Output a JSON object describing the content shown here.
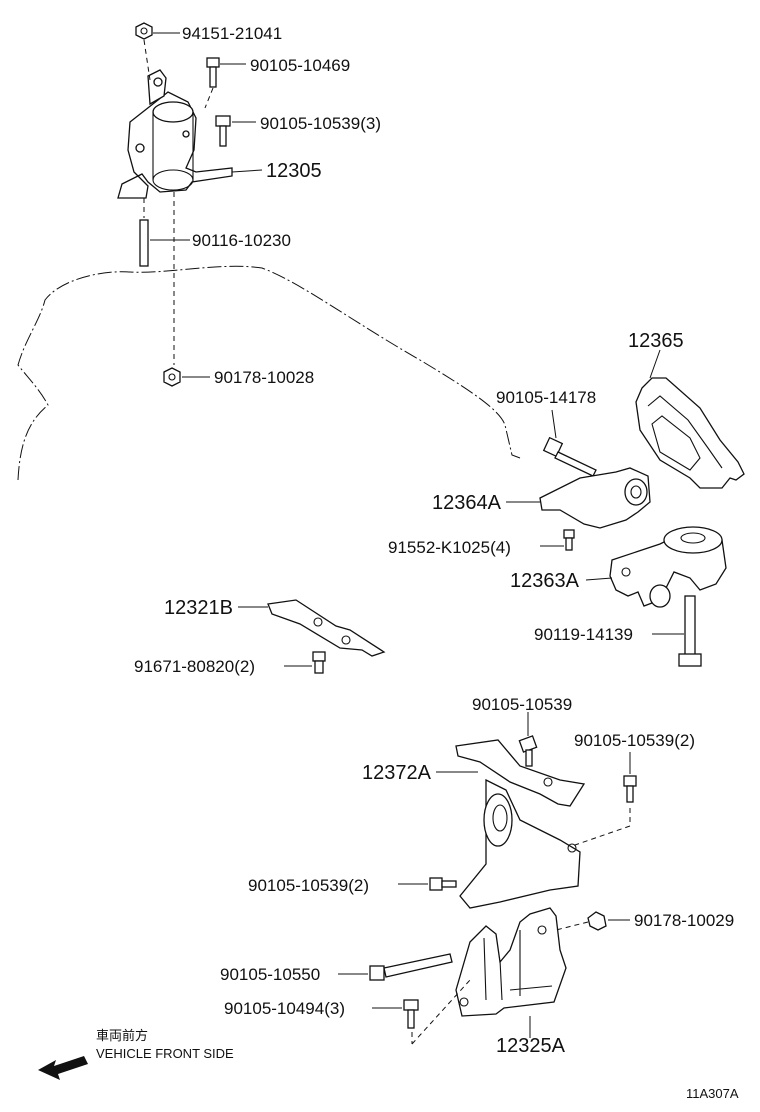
{
  "labels": {
    "n_94151_21041": "94151-21041",
    "n_90105_10469": "90105-10469",
    "n_90105_10539_3": "90105-10539(3)",
    "n_12305": "12305",
    "n_90116_10230": "90116-10230",
    "n_90178_10028": "90178-10028",
    "n_12365": "12365",
    "n_90105_14178": "90105-14178",
    "n_12364A": "12364A",
    "n_91552_K1025_4": "91552-K1025(4)",
    "n_12363A": "12363A",
    "n_90119_14139": "90119-14139",
    "n_12321B": "12321B",
    "n_91671_80820_2": "91671-80820(2)",
    "n_90105_10539_a": "90105-10539",
    "n_90105_10539_2a": "90105-10539(2)",
    "n_12372A": "12372A",
    "n_90105_10539_2b": "90105-10539(2)",
    "n_90178_10029": "90178-10029",
    "n_90105_10550": "90105-10550",
    "n_90105_10494_3": "90105-10494(3)",
    "n_12325A": "12325A"
  },
  "direction": {
    "japanese": "車両前方",
    "english": "VEHICLE FRONT SIDE"
  },
  "figure_id": "11A307A"
}
